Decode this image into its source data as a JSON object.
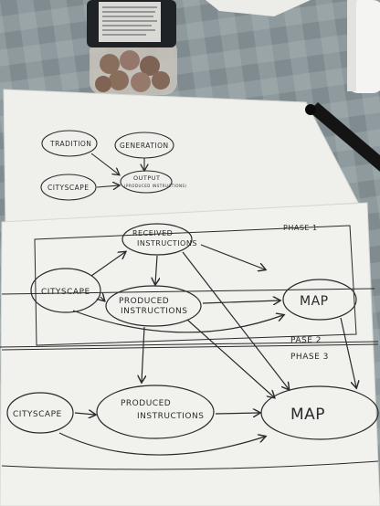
{
  "colors": {
    "tablecloth": "#8e9a9d",
    "tablecloth_dark": "#6f7c80",
    "paper": "#efefec",
    "paper_shadow": "#d9dad6",
    "ink": "#2a2a2a",
    "jar_lid": "#1f2326",
    "pills": "#8a6e5c",
    "marker": "#141414"
  },
  "objects": [
    "pill-jar",
    "marker-pen",
    "white-bottle",
    "top-paper-sheet",
    "bottom-paper-sheet"
  ],
  "top_sheet": {
    "nodes": {
      "tradition": "TRADITION",
      "generation": "GENERATION",
      "cityscape": "CITYSCAPE",
      "output_title": "OUTPUT",
      "output_sub": "(PRODUCED INSTRUCTIONS)"
    }
  },
  "bottom_sheet": {
    "phase1": "PHASE 1",
    "phase2": "PASE 2",
    "phase3": "PHASE 3",
    "nodes": {
      "received_l1": "RECEIVED",
      "received_l2": "INSTRUCTIONS",
      "cityscape1": "CITYSCAPE",
      "produced1_l1": "PRODUCED",
      "produced1_l2": "INSTRUCTIONS",
      "map1": "MAP",
      "cityscape2": "CITYSCAPE",
      "produced2_l1": "PRODUCED",
      "produced2_l2": "INSTRUCTIONS",
      "map2": "MAP"
    }
  }
}
